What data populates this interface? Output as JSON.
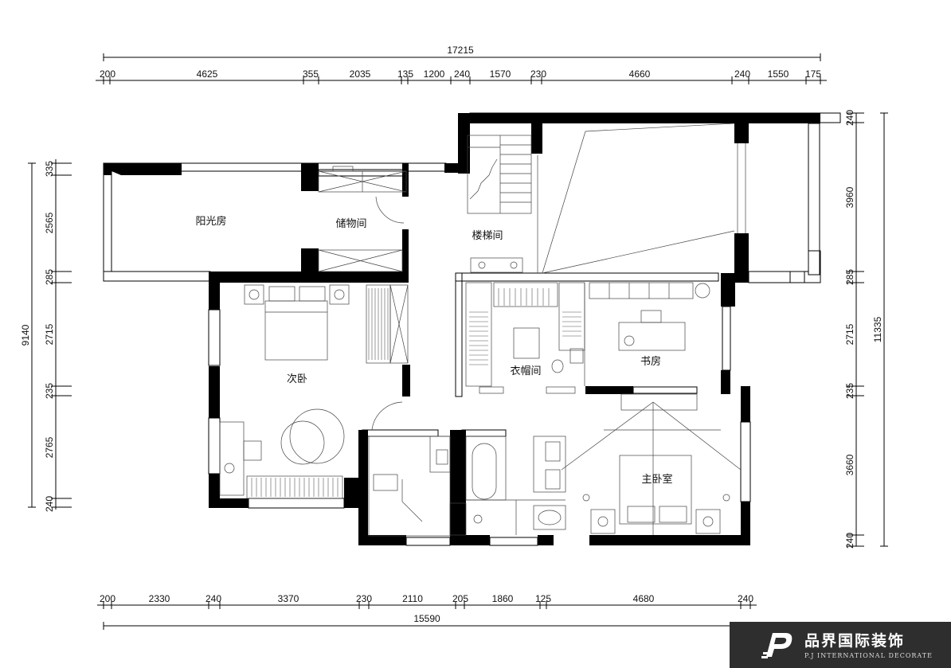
{
  "dimensions": {
    "top_total": "17215",
    "top_segments": [
      "200",
      "4625",
      "355",
      "2035",
      "135",
      "1200",
      "240",
      "1570",
      "230",
      "4660",
      "240",
      "1550",
      "175"
    ],
    "bottom_total": "15590",
    "bottom_segments": [
      "200",
      "2330",
      "240",
      "3370",
      "230",
      "2110",
      "205",
      "1860",
      "125",
      "4680",
      "240"
    ],
    "left_total": "9140",
    "left_segments": [
      "335",
      "2565",
      "285",
      "2715",
      "235",
      "2765",
      "240"
    ],
    "right_total": "11335",
    "right_segments": [
      "240",
      "3960",
      "285",
      "2715",
      "235",
      "3660",
      "240"
    ]
  },
  "rooms": {
    "sunroom": "阳光房",
    "storage": "储物间",
    "stairwell": "楼梯间",
    "second_bedroom": "次卧",
    "cloakroom": "衣帽间",
    "study": "书房",
    "master_bedroom": "主卧室"
  },
  "brand": {
    "name_cn": "品界国际装饰",
    "name_en": "P.J INTERNATIONAL DECORATE",
    "logo_icon": "pj-logo-icon",
    "band_color": "#2e2e2e"
  }
}
